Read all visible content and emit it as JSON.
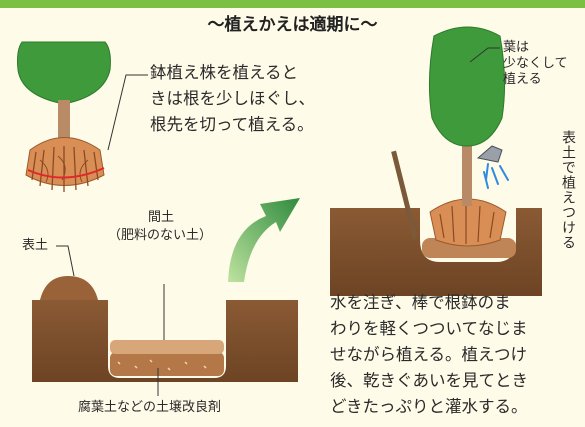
{
  "title": "～植えかえは適期に～",
  "step1_note": [
    "鉢植え株を植えると",
    "きは根を少しほぐし、",
    "根先を切って植える。"
  ],
  "topsoil_label": "表土",
  "intermediate_soil_label": [
    "間土",
    "（肥料のない土）"
  ],
  "amendment_label": "腐葉土などの土壌改良剤",
  "leaves_note": [
    "葉は",
    "少なくして",
    "植える"
  ],
  "topsoil_replant_vertical": "表土で植えつける",
  "watering_note": [
    "水を注ぎ、棒で根鉢のま",
    "わりを軽くつついてなじま",
    "せながら植える。植えつけ",
    "後、乾きぐあいを見てとき",
    "どきたっぷりと灌水する。"
  ],
  "colors": {
    "leaf_green": "#3f9a3c",
    "soil_brown": "#8a5a34",
    "soil_light": "#c08556",
    "root_orange": "#c9703c",
    "arrow_green": "#2f8b3e",
    "water_blue": "#2f8be0",
    "cut_line_red": "#e0272b",
    "banner_green": "#7cc043"
  },
  "icons": [
    "tree-icon",
    "root-ball-icon",
    "planting-hole-icon",
    "watering-can-icon",
    "curved-arrow-icon"
  ]
}
